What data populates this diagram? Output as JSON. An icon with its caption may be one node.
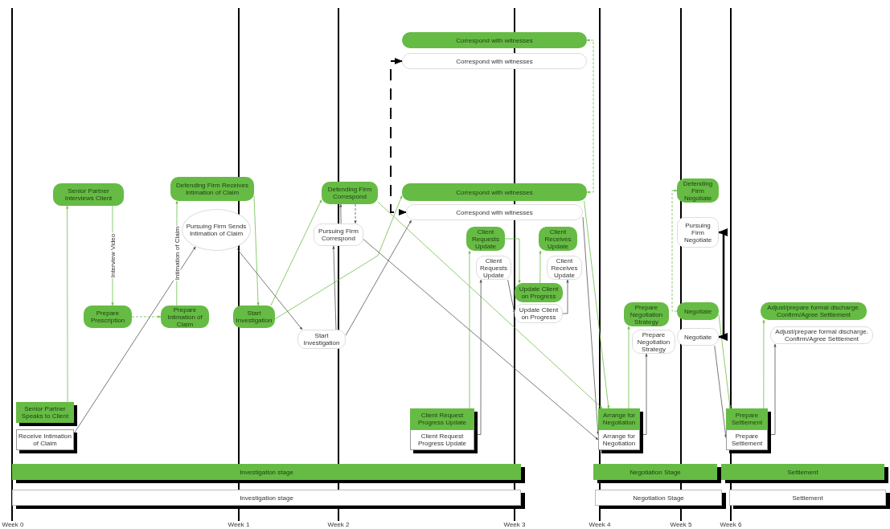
{
  "diagram": {
    "nodes": [
      {
        "text": [
          "Senior Partner Speaks to Client"
        ]
      },
      {
        "text": [
          "Receive Intimation of Claim"
        ]
      },
      {
        "text": [
          "Senior Partner Interviews Client"
        ]
      },
      {
        "text": [
          "Prepare Prescription"
        ]
      },
      {
        "text": [
          "Prepare Intimation of Claim"
        ]
      },
      {
        "text": [
          "Defending Firm Receives Intimation of Claim"
        ]
      },
      {
        "text": [
          "Pursuing Firm Sends Intimation of Claim"
        ]
      },
      {
        "text": [
          "Start Investigation"
        ]
      },
      {
        "text": [
          "Start Investigation"
        ]
      },
      {
        "text": [
          "Defending Firm Correspond"
        ]
      },
      {
        "text": [
          "Pursuing Firm Correspond"
        ]
      },
      {
        "text": [
          "Correspond with witnesses"
        ]
      },
      {
        "text": [
          "Correspond with witnesses"
        ]
      },
      {
        "text": [
          "Correspond with witnesses"
        ]
      },
      {
        "text": [
          "Client Requests Update"
        ]
      },
      {
        "text": [
          "Client Receives Update"
        ]
      },
      {
        "text": [
          "Correspond with witnesses"
        ]
      },
      {
        "text": [
          "Client Requests Update"
        ]
      },
      {
        "text": [
          "Client Receives Update"
        ]
      },
      {
        "text": [
          "Update Client on Progress"
        ]
      },
      {
        "text": [
          "Update Client on Progress"
        ]
      },
      {
        "text": [
          "Client Request Progress Update"
        ]
      },
      {
        "text": [
          "Client Request Progress Update"
        ]
      },
      {
        "text": [
          "Arrange for Negotiation"
        ]
      },
      {
        "text": [
          "Arrange for Negotiation"
        ]
      },
      {
        "text": [
          "Prepare Negotiation Strategy"
        ]
      },
      {
        "text": [
          "Prepare Negotiation Strategy"
        ]
      },
      {
        "text": [
          "Defending Firm Negotiate"
        ]
      },
      {
        "text": [
          "Pursuing Firm Negotiate"
        ]
      },
      {
        "text": [
          "Negotiate"
        ]
      },
      {
        "text": [
          "Negotiate"
        ]
      },
      {
        "text": [
          "Adjust/prepare formal discharge. Confirm/Agree Settlement"
        ]
      },
      {
        "text": [
          "Adjust/prepare formal discharge. Confirm/Agree Settlement"
        ]
      },
      {
        "text": [
          "Prepare Settlement"
        ]
      },
      {
        "text": [
          "Prepare Settlement"
        ]
      },
      {
        "text": [
          "Investigation stage"
        ]
      },
      {
        "text": [
          "Investigation stage"
        ]
      },
      {
        "text": [
          "Negotiation Stage"
        ]
      },
      {
        "text": [
          "Negotiation Stage"
        ]
      },
      {
        "text": [
          "Settlement"
        ]
      },
      {
        "text": [
          "Settlement"
        ]
      }
    ],
    "edges": [
      {
        "from": 0,
        "to": 2,
        "arrow": "to",
        "color": "#6cbf47"
      },
      {
        "from": 2,
        "to": 3,
        "arrow": "to",
        "label": "Interview Video",
        "color": "#6cbf47"
      },
      {
        "from": 3,
        "to": 4,
        "arrow": "to",
        "style": "dashed",
        "color": "#6cbf47"
      },
      {
        "from": 4,
        "to": 5,
        "arrow": "to",
        "label": "Intimation of Claim",
        "color": "#6cbf47"
      },
      {
        "from": 5,
        "to": 7,
        "arrow": "to",
        "color": "#6cbf47"
      },
      {
        "from": 7,
        "to": 9,
        "arrow": "to",
        "color": "#6cbf47"
      },
      {
        "from": 7,
        "to": 13,
        "arrow": "to",
        "color": "#6cbf47"
      },
      {
        "from": 9,
        "to": 23,
        "arrow": "to",
        "color": "#6cbf47"
      },
      {
        "from": 11,
        "to": 13,
        "arrow": "both",
        "style": "dashed",
        "color": "#6cbf47"
      },
      {
        "from": 13,
        "to": 23,
        "arrow": "to",
        "color": "#6cbf47"
      },
      {
        "from": 21,
        "to": 14,
        "arrow": "to",
        "color": "#6cbf47"
      },
      {
        "from": 14,
        "to": 19,
        "arrow": "to",
        "color": "#6cbf47"
      },
      {
        "from": 19,
        "to": 15,
        "arrow": "to",
        "color": "#6cbf47"
      },
      {
        "from": 23,
        "to": 25,
        "arrow": "to",
        "color": "#6cbf47"
      },
      {
        "from": 29,
        "to": 27,
        "arrow": "to",
        "style": "dashed",
        "color": "#6cbf47"
      },
      {
        "from": 29,
        "to": 33,
        "arrow": "to",
        "color": "#6cbf47"
      },
      {
        "from": 33,
        "to": 31,
        "arrow": "to",
        "color": "#6cbf47"
      },
      {
        "from": 1,
        "to": 6,
        "arrow": "to",
        "color": "#555555"
      },
      {
        "from": 6,
        "to": 8,
        "arrow": "to",
        "color": "#555555"
      },
      {
        "from": 8,
        "to": 10,
        "arrow": "to",
        "color": "#555555"
      },
      {
        "from": 10,
        "to": 9,
        "arrow": "to",
        "color": "#555555"
      },
      {
        "from": 9,
        "to": 10,
        "arrow": "to",
        "style": "dashed",
        "color": "#555555"
      },
      {
        "from": 8,
        "to": 16,
        "arrow": "to",
        "color": "#555555"
      },
      {
        "from": 10,
        "to": 24,
        "arrow": "to",
        "color": "#555555"
      },
      {
        "from": 12,
        "to": 16,
        "arrow": "both",
        "style": "dashed",
        "color": "#000000"
      },
      {
        "from": 16,
        "to": 24,
        "arrow": "to",
        "color": "#555555"
      },
      {
        "from": 22,
        "to": 17,
        "arrow": "to",
        "color": "#555555"
      },
      {
        "from": 17,
        "to": 20,
        "arrow": "to",
        "color": "#555555"
      },
      {
        "from": 20,
        "to": 18,
        "arrow": "to",
        "color": "#555555"
      },
      {
        "from": 24,
        "to": 26,
        "arrow": "to",
        "color": "#555555"
      },
      {
        "from": 28,
        "to": 30,
        "arrow": "both",
        "style": "thick",
        "color": "#000000"
      },
      {
        "from": 30,
        "to": 34,
        "arrow": "to",
        "color": "#555555"
      },
      {
        "from": 34,
        "to": 32,
        "arrow": "to",
        "color": "#555555"
      }
    ],
    "labels": [
      "Week 0",
      "Week 1",
      "Week 2",
      "Week 3",
      "Week 4",
      "Week 5",
      "Week 6"
    ]
  }
}
